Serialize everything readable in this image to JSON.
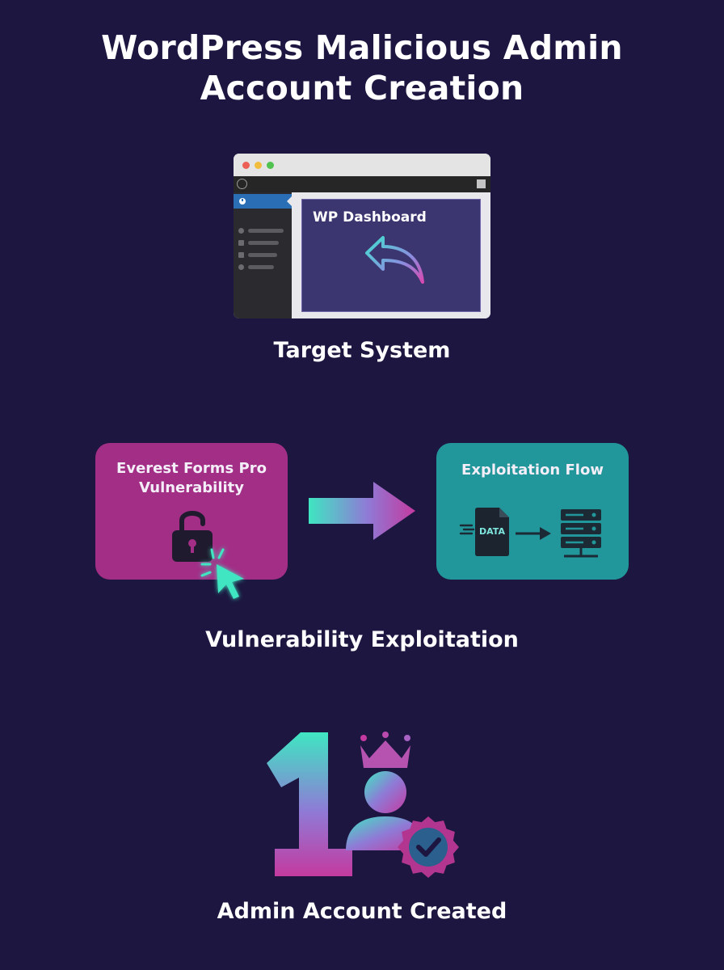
{
  "title_lines": [
    "WordPress Malicious Admin",
    "Account Creation"
  ],
  "target": {
    "dashboard_title": "WP Dashboard",
    "label": "Target System"
  },
  "exploitation": {
    "vuln_card_lines": [
      "Everest Forms Pro",
      "Vulnerability"
    ],
    "flow_card_title": "Exploitation Flow",
    "file_label": "DATA",
    "label": "Vulnerability Exploitation"
  },
  "result": {
    "label": "Admin Account Created"
  },
  "colors": {
    "background": "#1c1640",
    "vuln_card": "#a32e86",
    "flow_card": "#22979b",
    "accent_cyan": "#3fe6c2",
    "accent_magenta": "#c43aa0"
  },
  "icons": {
    "window_controls": [
      "red-dot",
      "yellow-dot",
      "green-dot"
    ],
    "dashboard": "undo-arrow-icon",
    "vulnerability": [
      "unlocked-padlock-icon",
      "cursor-click-icon"
    ],
    "flow": [
      "data-file-icon",
      "arrow-right-icon",
      "server-icon"
    ],
    "result": [
      "number-one-icon",
      "crowned-user-icon",
      "verified-badge-icon"
    ]
  }
}
